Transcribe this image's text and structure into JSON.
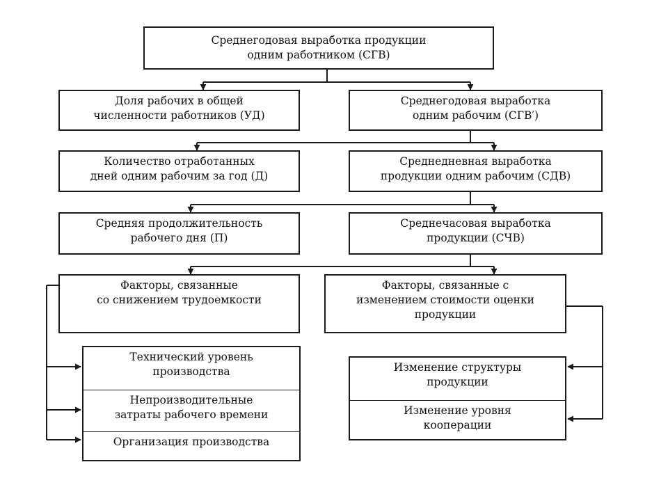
{
  "title_box": "Среднегодовая выработка продукции\nодним работником (СГВ)",
  "left_column": {
    "share": "Доля рабочих в общей\nчисленности работников (УД)",
    "days": "Количество отработанных\nдней одним рабочим за год (Д)",
    "duration": "Средняя продолжительность\nрабочего дня (П)",
    "labor_factors": "Факторы, связанные\nсо снижением трудоемкости"
  },
  "right_column": {
    "annual": "Среднегодовая выработка\nодним рабочим (СГВ′)",
    "daily": "Среднедневная выработка\nпродукции одним рабочим (СДВ)",
    "hourly": "Среднечасовая выработка\nпродукции (СЧВ)",
    "cost_factors": "Факторы, связанные с\nизменением стоимости оценки\nпродукции"
  },
  "labor_subfactors": [
    "Технический уровень\nпроизводства",
    "Непроизводительные\nзатраты рабочего времени",
    "Организация производства"
  ],
  "cost_subfactors": [
    "Изменение структуры\nпродукции",
    "Изменение уровня\nкооперации"
  ],
  "colors": {
    "line": "#1a1a1a",
    "text": "#111111",
    "background": "#ffffff"
  }
}
